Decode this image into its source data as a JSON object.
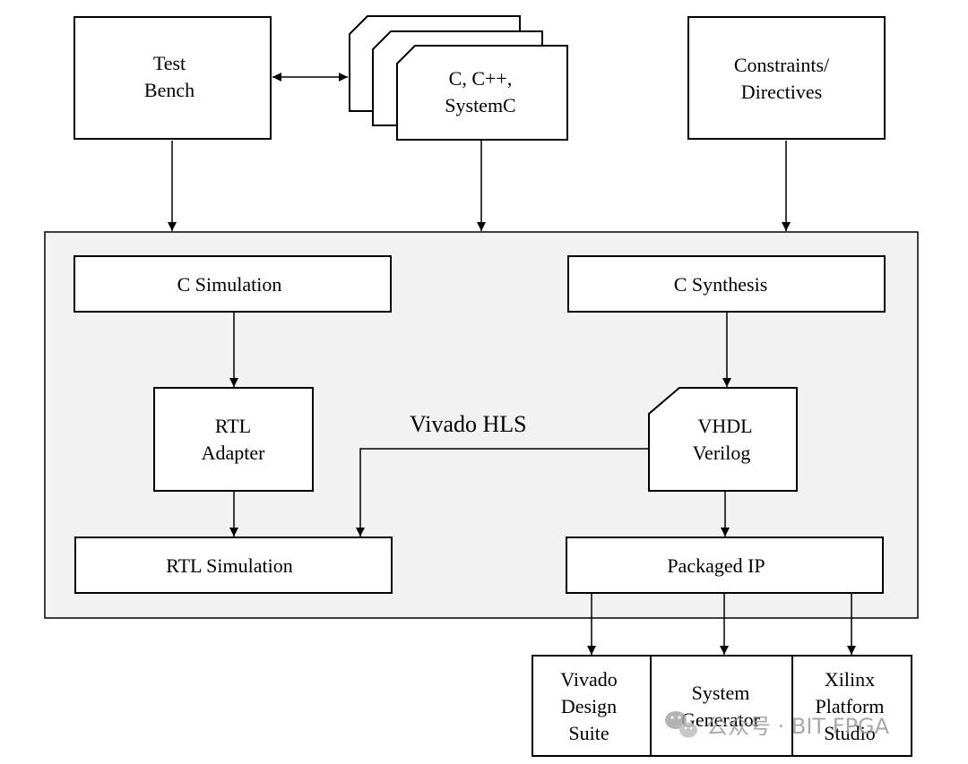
{
  "inputs": {
    "test_bench": [
      "Test",
      "Bench"
    ],
    "source_files": [
      "C, C++,",
      "SystemC"
    ],
    "constraints": [
      "Constraints/",
      "Directives"
    ]
  },
  "hls": {
    "title": "Vivado HLS",
    "c_simulation": "C Simulation",
    "c_synthesis": "C Synthesis",
    "rtl_adapter": [
      "RTL",
      "Adapter"
    ],
    "hdl_output": [
      "VHDL",
      "Verilog"
    ],
    "rtl_simulation": "RTL Simulation",
    "packaged_ip": "Packaged IP"
  },
  "targets": {
    "vivado_design_suite": [
      "Vivado",
      "Design",
      "Suite"
    ],
    "system_generator": [
      "System",
      "Generator"
    ],
    "xilinx_platform_studio": [
      "Xilinx",
      "Platform",
      "Studio"
    ]
  },
  "watermark": {
    "text": "公众号 · BIT FPGA",
    "icon": "wechat-icon"
  },
  "colors": {
    "container_fill": "#f2f2f2",
    "stroke": "#000000",
    "watermark": "#9a9a9a"
  }
}
